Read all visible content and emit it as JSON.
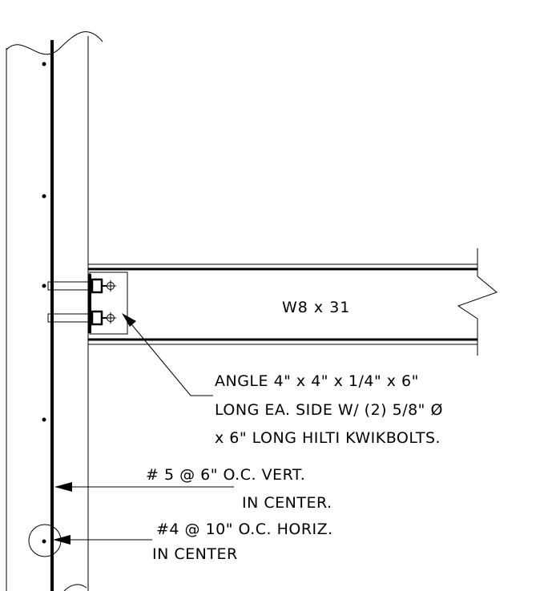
{
  "beam": {
    "label": "W8 x 31"
  },
  "notes": {
    "angle": {
      "line1": "ANGLE 4\" x 4\" x 1/4\" x 6\"",
      "line2": "LONG EA. SIDE W/ (2) 5/8\" Ø",
      "line3": "x 6\" LONG HILTI KWIKBOLTS."
    },
    "vertical_rebar": {
      "line1": "# 5 @ 6\" O.C. VERT.",
      "line2": "IN CENTER."
    },
    "horizontal_rebar": {
      "line1": "#4 @ 10\" O.C. HORIZ.",
      "line2": "IN CENTER"
    }
  },
  "colors": {
    "line": "#000000",
    "background": "#ffffff"
  }
}
